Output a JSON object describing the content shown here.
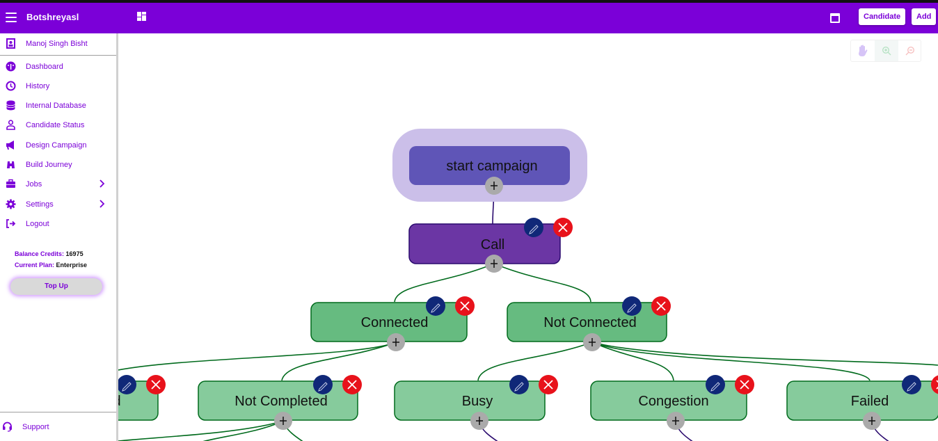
{
  "appbar": {
    "title": "Botshreyasl",
    "buttons": {
      "candidate": "Candidate",
      "add": "Add"
    },
    "colors": {
      "brand": "#7b00d8"
    }
  },
  "sidebar": {
    "user": "Manoj Singh Bisht",
    "items": [
      {
        "label": "Dashboard",
        "icon": "dashboard-icon"
      },
      {
        "label": "History",
        "icon": "history-icon"
      },
      {
        "label": "Internal Database",
        "icon": "database-icon"
      },
      {
        "label": "Candidate Status",
        "icon": "user-icon"
      },
      {
        "label": "Design Campaign",
        "icon": "megaphone-icon"
      },
      {
        "label": "Build Journey",
        "icon": "binoculars-icon"
      },
      {
        "label": "Jobs",
        "icon": "briefcase-icon",
        "expandable": true
      },
      {
        "label": "Settings",
        "icon": "gear-icon",
        "expandable": true
      },
      {
        "label": "Logout",
        "icon": "logout-icon"
      }
    ],
    "credits": {
      "balance_label": "Balance Credits:",
      "balance_value": "16975",
      "plan_label": "Current Plan:",
      "plan_value": "Enterprise"
    },
    "topup": "Top Up",
    "support": "Support"
  },
  "canvas": {
    "tools": [
      "pan-tool",
      "zoom-in-tool",
      "zoom-out-tool"
    ],
    "nodes": {
      "start": "start campaign",
      "call": "Call",
      "connected": "Connected",
      "not_connected": "Not Connected",
      "partial_left": "d",
      "not_completed": "Not Completed",
      "busy": "Busy",
      "congestion": "Congestion",
      "failed": "Failed"
    },
    "colors": {
      "start_outer": "#cbbfe9",
      "start_inner": "#5f55b7",
      "call": "#6b36a4",
      "level2": "#66bb80",
      "level3": "#86cb9c",
      "edge_green": "#006a1c",
      "edge_purple": "#2a0a6e",
      "edit": "#102878",
      "delete": "#e8121b"
    }
  }
}
